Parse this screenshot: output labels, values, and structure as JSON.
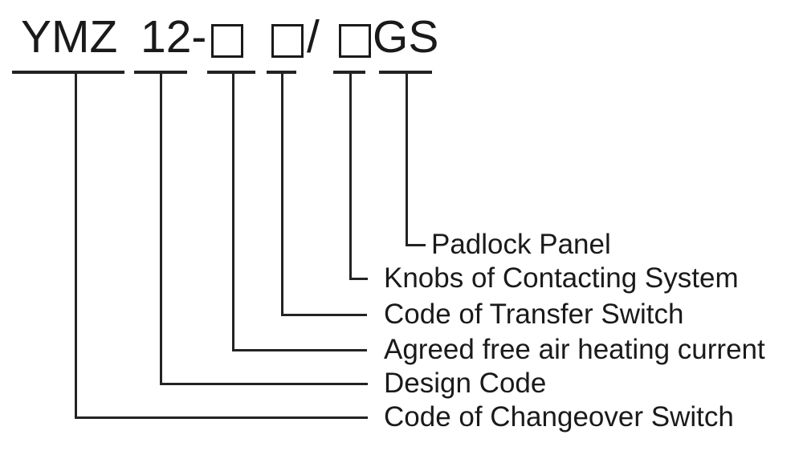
{
  "diagram": {
    "model_code": {
      "full": "YMZ 12-□ □/□GS",
      "prefix": "YMZ",
      "design_number": "12-",
      "separator": "/",
      "suffix": "GS",
      "placeholder_symbol": "□"
    },
    "callouts": [
      {
        "label": "Padlock Panel",
        "annotates": "GS suffix"
      },
      {
        "label": "Knobs of Contacting System",
        "annotates": "third box (□)"
      },
      {
        "label": "Code of Transfer Switch",
        "annotates": "second box (□)"
      },
      {
        "label": "Agreed free air heating current",
        "annotates": "first box (□)"
      },
      {
        "label": "Design Code",
        "annotates": "12"
      },
      {
        "label": "Code of Changeover Switch",
        "annotates": "YMZ"
      }
    ]
  },
  "colors": {
    "background": "#ffffff",
    "ink": "#1a1a1a",
    "line": "#232323"
  }
}
